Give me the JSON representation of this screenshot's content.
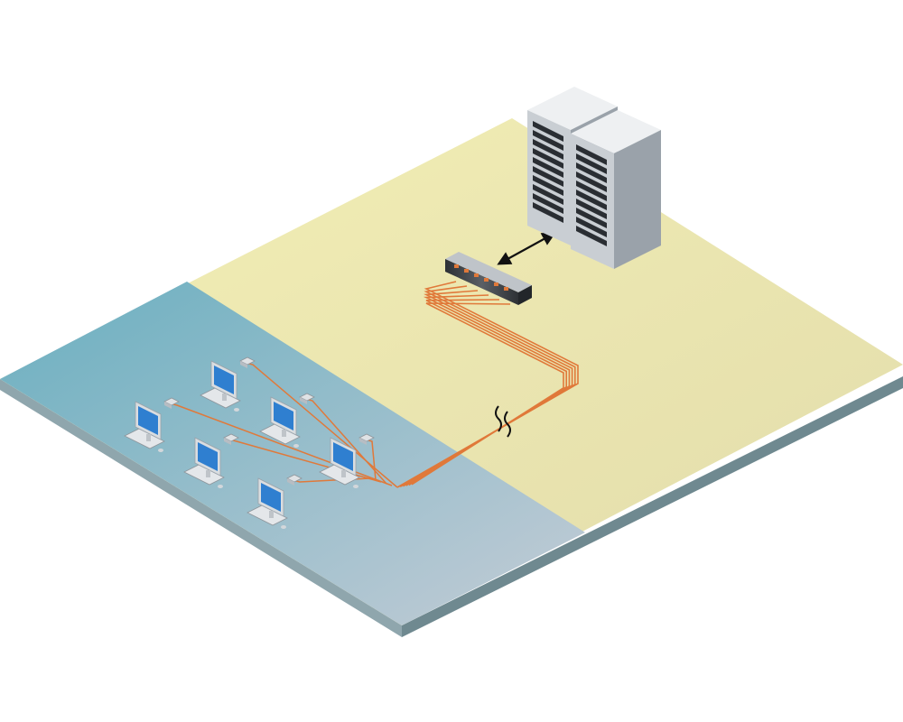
{
  "diagram": {
    "kind": "isometric-network-topology",
    "colors": {
      "floor_yellow_light": "#f3efb5",
      "floor_yellow_mid": "#e2dcab",
      "floor_edge": "#8fa6ad",
      "floor_edge_dark": "#6f8990",
      "blue_zone_deep": "#6aafc0",
      "blue_zone_light": "#c4ccd6",
      "cable": "#e0793a",
      "cable_highlight": "#f6b27f",
      "server_light": "#eef0f2",
      "server_mid": "#c9ced3",
      "server_dark": "#9aa2aa",
      "server_bay": "#2a2e33",
      "switch_body": "#3b3f44",
      "switch_top": "#bfc4c9",
      "monitor_screen": "#2f7fd0",
      "monitor_frame": "#d9dde0",
      "arrow": "#111111"
    },
    "nodes": {
      "servers": {
        "count": 2,
        "icon": "server-rack-icon"
      },
      "switch": {
        "count": 1,
        "icon": "network-switch-icon",
        "ports": 6
      },
      "workstations": {
        "count": 6,
        "icon": "desktop-computer-icon"
      }
    },
    "links": [
      {
        "from": "switch",
        "to": "servers",
        "style": "double-headed-arrow"
      },
      {
        "from": "switch",
        "to": "workstations",
        "style": "orange-cable-bundle",
        "strands": 6,
        "long_distance_break": true
      }
    ]
  }
}
